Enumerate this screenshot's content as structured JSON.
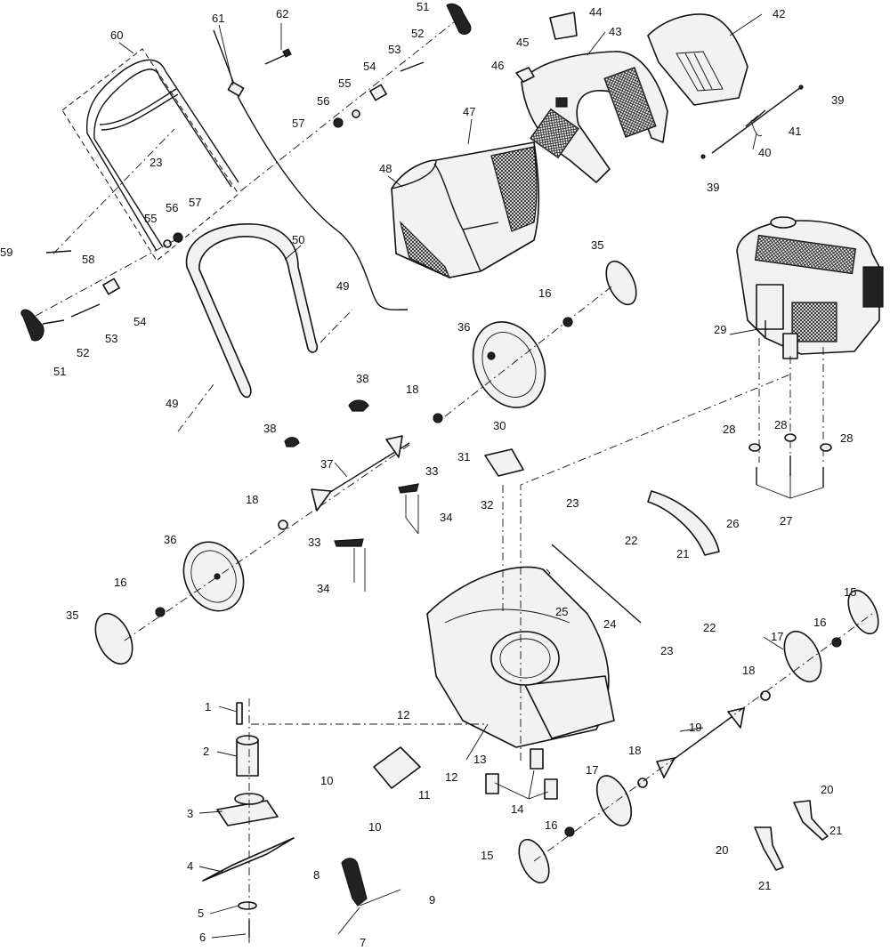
{
  "diagram": {
    "type": "exploded-parts-view",
    "subject": "lawn mower",
    "callouts": [
      "1",
      "2",
      "3",
      "4",
      "5",
      "6",
      "7",
      "8",
      "9",
      "10",
      "10",
      "11",
      "12",
      "12",
      "13",
      "14",
      "15",
      "15",
      "16",
      "16",
      "16",
      "16",
      "17",
      "17",
      "18",
      "18",
      "18",
      "18",
      "19",
      "20",
      "20",
      "21",
      "21",
      "21",
      "22",
      "22",
      "23",
      "23",
      "23",
      "24",
      "25",
      "26",
      "27",
      "28",
      "28",
      "28",
      "29",
      "30",
      "31",
      "32",
      "33",
      "33",
      "34",
      "34",
      "35",
      "35",
      "36",
      "36",
      "37",
      "38",
      "38",
      "39",
      "39",
      "40",
      "41",
      "42",
      "43",
      "44",
      "45",
      "46",
      "47",
      "48",
      "49",
      "49",
      "50",
      "51",
      "51",
      "52",
      "52",
      "53",
      "53",
      "54",
      "54",
      "55",
      "55",
      "56",
      "56",
      "57",
      "57",
      "58",
      "59",
      "60",
      "61",
      "62"
    ]
  }
}
